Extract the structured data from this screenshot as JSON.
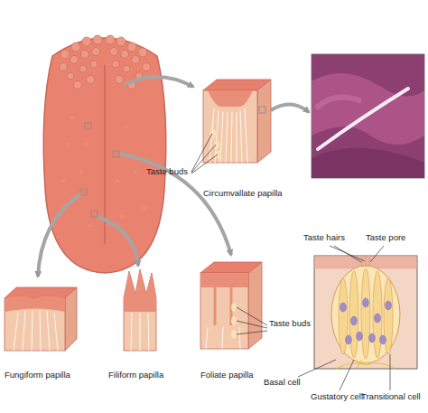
{
  "diagram": {
    "labels": [
      "Taste buds",
      "Circumvallate papilla",
      "Taste hairs",
      "Taste pore",
      "Fungiform papilla",
      "Filiform papilla",
      "Foliate papilla",
      "Taste buds",
      "Basal cell",
      "Gustatory cell",
      "Transitional cell"
    ]
  }
}
